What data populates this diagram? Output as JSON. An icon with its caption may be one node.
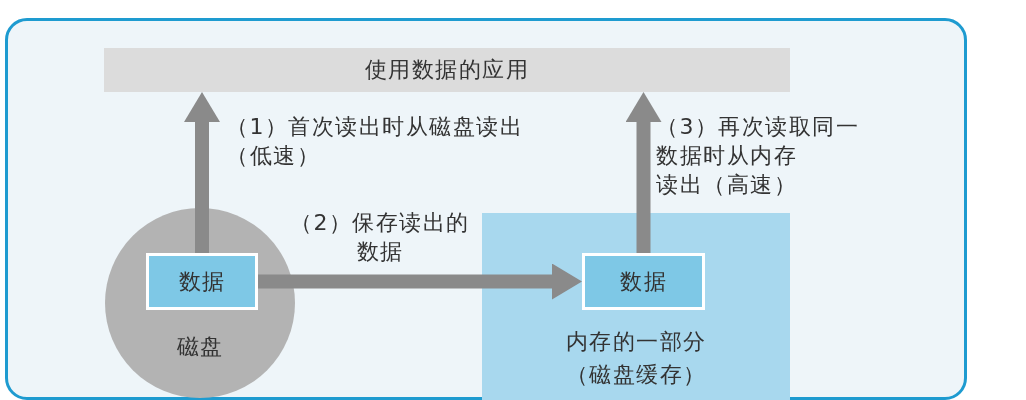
{
  "diagram": {
    "nodes": [
      {
        "text": [
          "使用数据的应用"
        ]
      },
      {
        "text": [
          "磁盘"
        ]
      },
      {
        "text": [
          "数据"
        ],
        "in": 1
      },
      {
        "text": [
          "内存的一部分（磁盘缓存）"
        ]
      },
      {
        "text": [
          "数据"
        ],
        "in": 3
      }
    ],
    "edges": [
      {
        "from": 2,
        "to": 0,
        "arrow": "to",
        "label": "（1）首次读出时从磁盘读出（低速）"
      },
      {
        "from": 2,
        "to": 4,
        "arrow": "to",
        "label": "（2）保存读出的数据"
      },
      {
        "from": 4,
        "to": 0,
        "arrow": "to",
        "label": "（3）再次读取同一数据时从内存读出（高速）"
      }
    ]
  }
}
